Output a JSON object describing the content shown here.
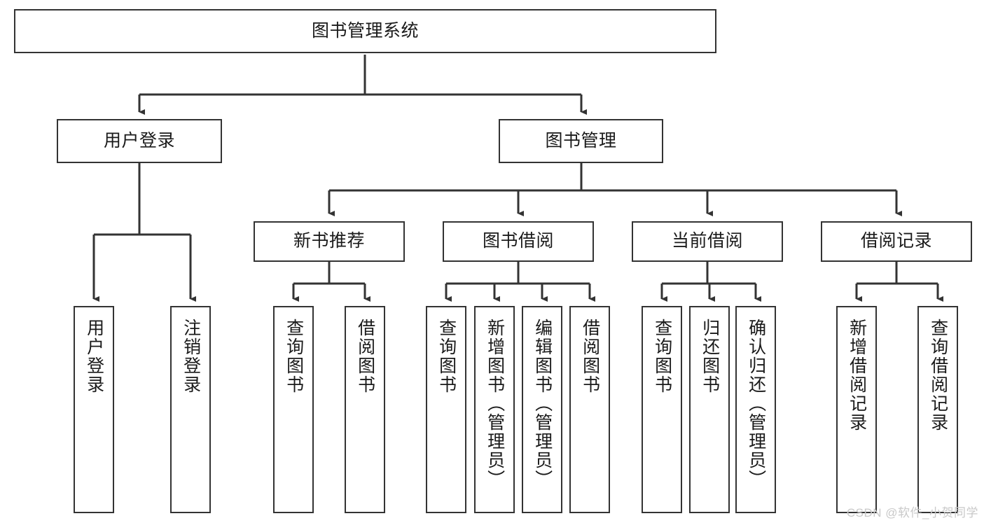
{
  "diagram": {
    "title": "图书管理系统",
    "type": "tree-hierarchy-diagram",
    "watermark": "CSDN @软件_小贺同学",
    "colors": {
      "border": "#333333",
      "background": "#ffffff",
      "text": "#1a1a1a",
      "watermark": "#c9c9c9"
    },
    "root": {
      "label": "图书管理系统"
    },
    "level1": [
      {
        "label": "用户登录"
      },
      {
        "label": "图书管理"
      }
    ],
    "level2": [
      {
        "label": "新书推荐"
      },
      {
        "label": "图书借阅"
      },
      {
        "label": "当前借阅"
      },
      {
        "label": "借阅记录"
      }
    ],
    "leaves": {
      "user_login": [
        {
          "label": "用户登录"
        },
        {
          "label": "注销登录"
        }
      ],
      "new_book": [
        {
          "label": "查询图书"
        },
        {
          "label": "借阅图书"
        }
      ],
      "book_borrow": [
        {
          "label": "查询图书"
        },
        {
          "label": "新增图书（管理员）"
        },
        {
          "label": "编辑图书（管理员）"
        },
        {
          "label": "借阅图书"
        }
      ],
      "current_borrow": [
        {
          "label": "查询图书"
        },
        {
          "label": "归还图书"
        },
        {
          "label": "确认归还（管理员）"
        }
      ],
      "borrow_record": [
        {
          "label": "新增借阅记录"
        },
        {
          "label": "查询借阅记录"
        }
      ]
    }
  }
}
